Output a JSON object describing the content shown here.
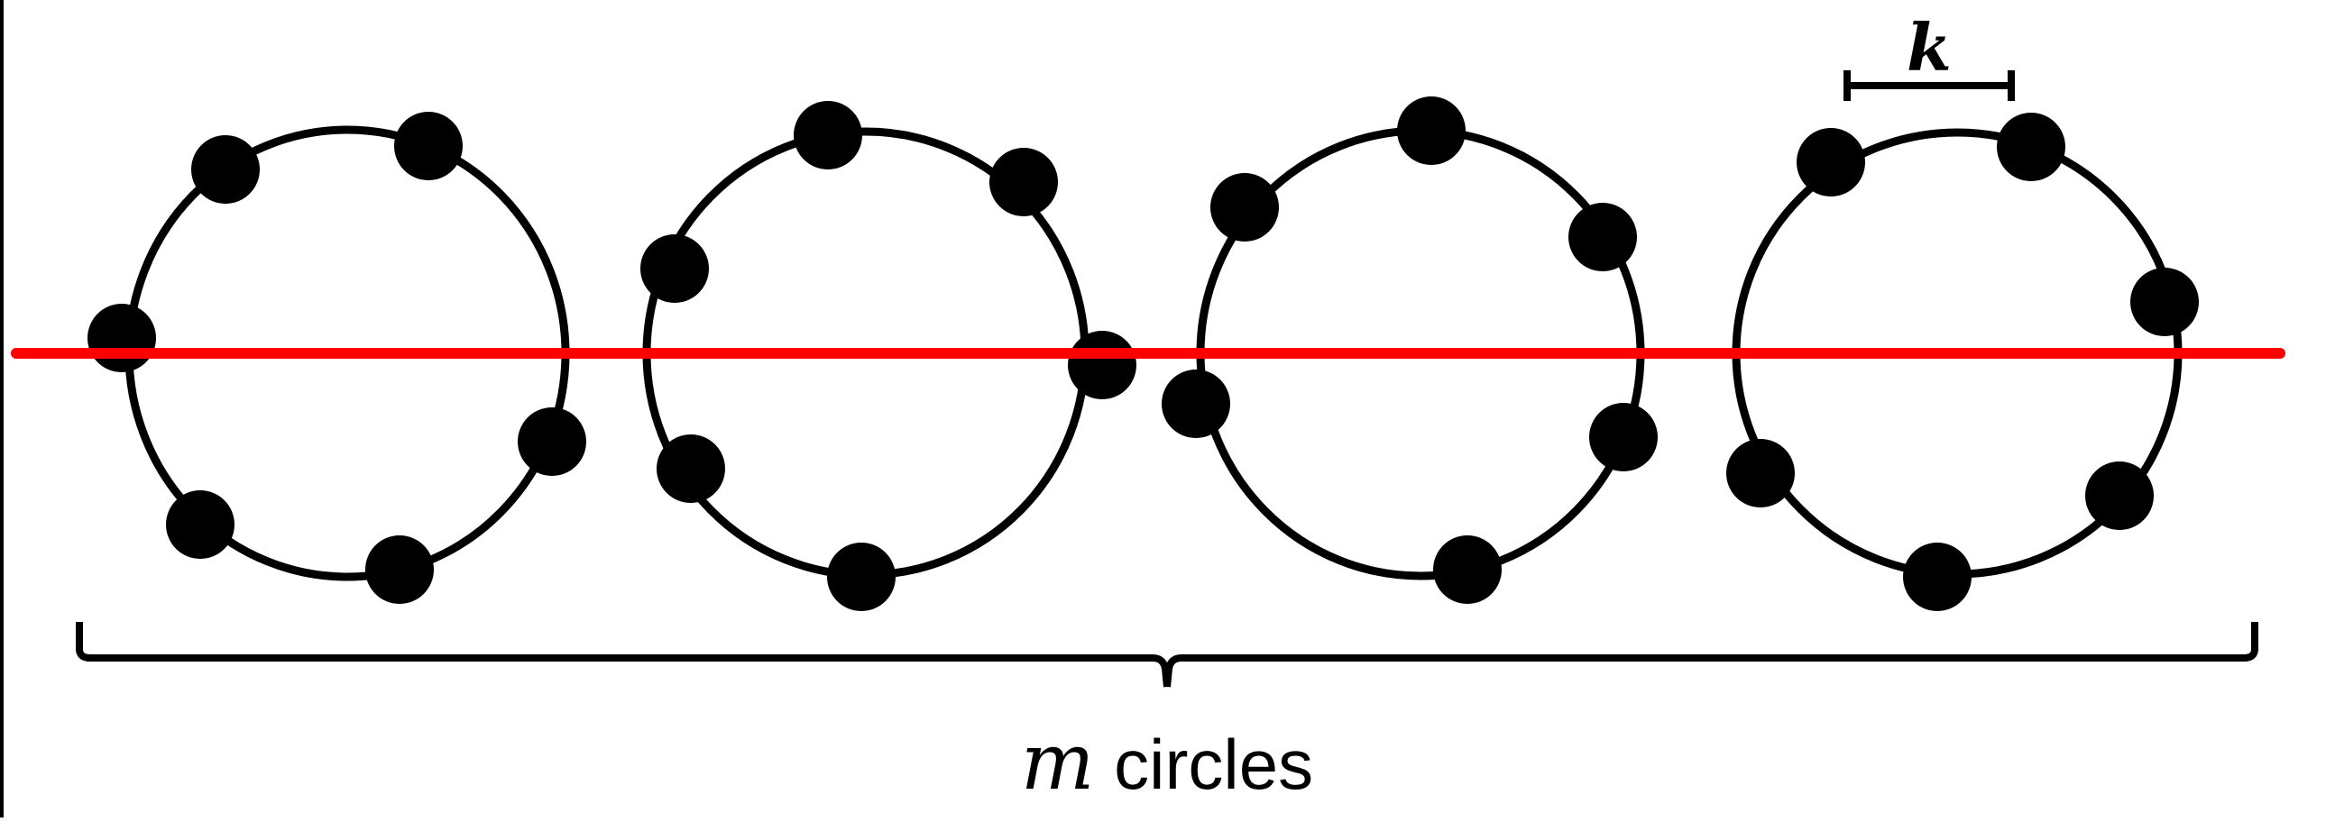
{
  "diagram": {
    "circle_count": 4,
    "points_per_circle": [
      6,
      6,
      6,
      6
    ],
    "line_color": "#ff0000",
    "stroke_color": "#000000",
    "k_label": "k",
    "brace_label_var": "m",
    "brace_label_text": " circles"
  }
}
